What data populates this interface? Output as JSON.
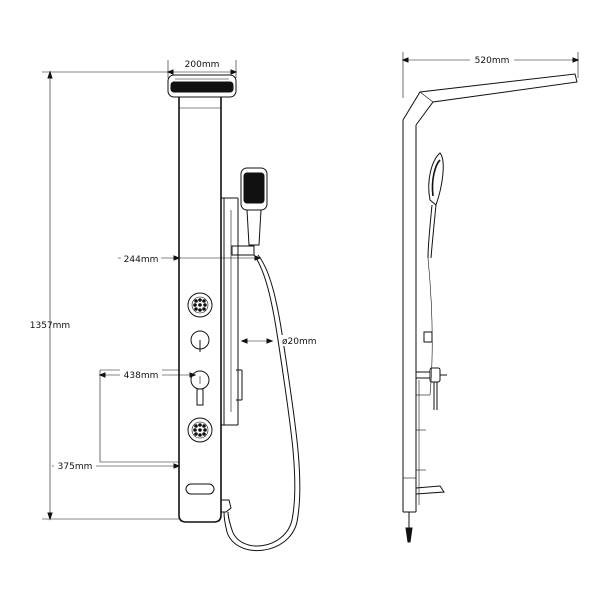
{
  "dimensions": {
    "top_width": "200mm",
    "total_height": "1357mm",
    "handshower_offset": "244mm",
    "hose_diameter": "ø20mm",
    "lower_depth": "438mm",
    "spout_depth": "375mm",
    "side_width": "520mm"
  }
}
